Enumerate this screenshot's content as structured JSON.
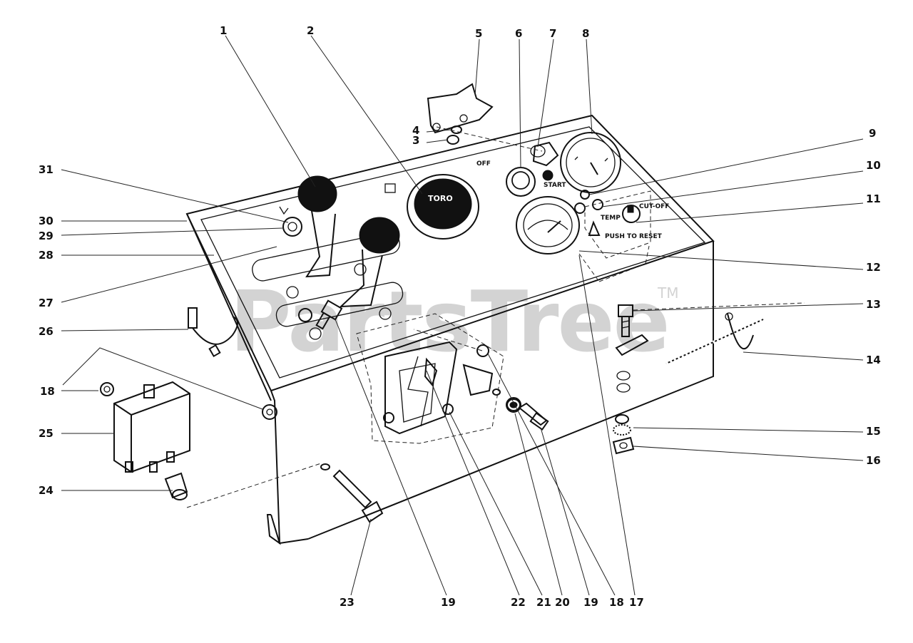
{
  "diagram": {
    "watermark": "PartsTree",
    "trademark": "TM",
    "panel_labels": {
      "off": "OFF",
      "start": "START",
      "temp": "TEMP",
      "cut_off": "CUT-OFF",
      "push_to_reset": "PUSH TO RESET"
    },
    "callouts": [
      {
        "id": "c1",
        "text": "1"
      },
      {
        "id": "c2",
        "text": "2"
      },
      {
        "id": "c3",
        "text": "3"
      },
      {
        "id": "c4",
        "text": "4"
      },
      {
        "id": "c5",
        "text": "5"
      },
      {
        "id": "c6",
        "text": "6"
      },
      {
        "id": "c7",
        "text": "7"
      },
      {
        "id": "c8",
        "text": "8"
      },
      {
        "id": "c9",
        "text": "9"
      },
      {
        "id": "c10",
        "text": "10"
      },
      {
        "id": "c11",
        "text": "11"
      },
      {
        "id": "c12",
        "text": "12"
      },
      {
        "id": "c13",
        "text": "13"
      },
      {
        "id": "c14",
        "text": "14"
      },
      {
        "id": "c15",
        "text": "15"
      },
      {
        "id": "c16",
        "text": "16"
      },
      {
        "id": "c17",
        "text": "17"
      },
      {
        "id": "c18a",
        "text": "18"
      },
      {
        "id": "c18b",
        "text": "18"
      },
      {
        "id": "c19a",
        "text": "19"
      },
      {
        "id": "c19b",
        "text": "19"
      },
      {
        "id": "c20",
        "text": "20"
      },
      {
        "id": "c21",
        "text": "21"
      },
      {
        "id": "c22",
        "text": "22"
      },
      {
        "id": "c23",
        "text": "23"
      },
      {
        "id": "c24",
        "text": "24"
      },
      {
        "id": "c25",
        "text": "25"
      },
      {
        "id": "c26",
        "text": "26"
      },
      {
        "id": "c27",
        "text": "27"
      },
      {
        "id": "c28",
        "text": "28"
      },
      {
        "id": "c29",
        "text": "29"
      },
      {
        "id": "c30",
        "text": "30"
      },
      {
        "id": "c31",
        "text": "31"
      }
    ]
  }
}
